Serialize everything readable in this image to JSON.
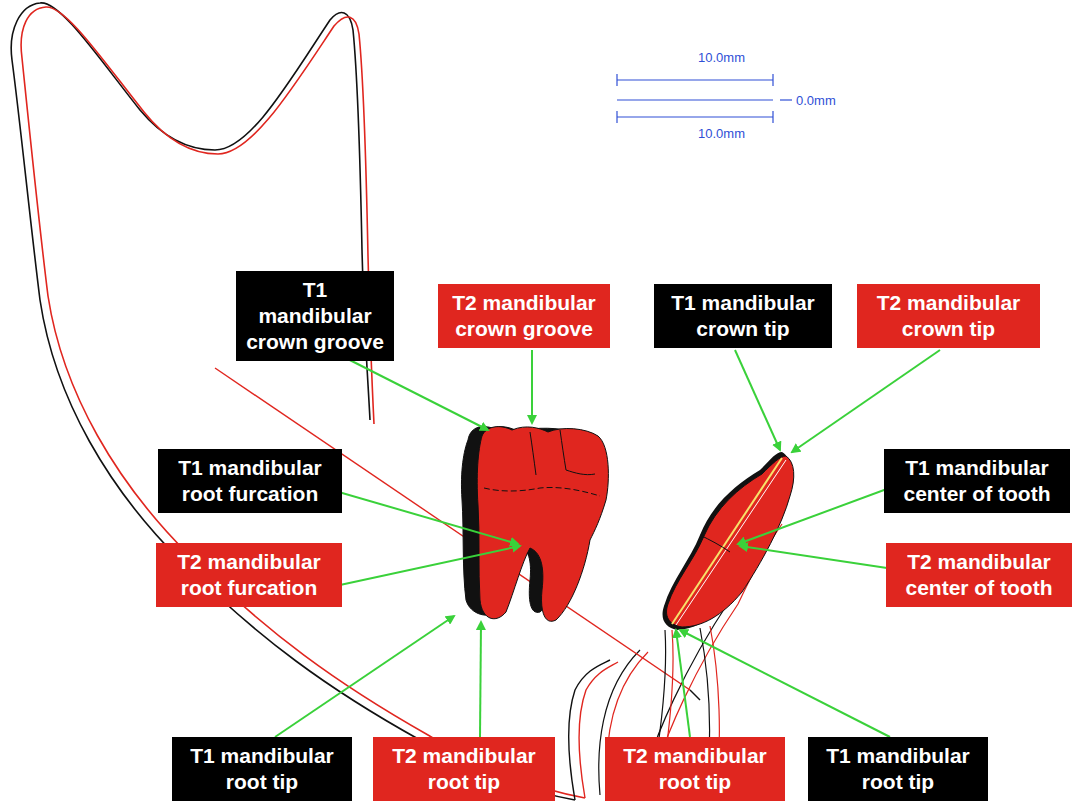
{
  "diagram": {
    "nodes": [
      {
        "text": [
          "T1 mandibular crown groove"
        ]
      },
      {
        "text": [
          "T2 mandibular crown groove"
        ]
      },
      {
        "text": [
          "T1 mandibular crown tip"
        ]
      },
      {
        "text": [
          "T2 mandibular crown tip"
        ]
      },
      {
        "text": [
          "T1 mandibular root furcation"
        ]
      },
      {
        "text": [
          "T1 mandibular center of tooth"
        ]
      },
      {
        "text": [
          "T2 mandibular root furcation"
        ]
      },
      {
        "text": [
          "T2 mandibular center of tooth"
        ]
      },
      {
        "text": [
          "T1 mandibular root tip"
        ]
      },
      {
        "text": [
          "T2 mandibular root tip"
        ]
      },
      {
        "text": [
          "T2 mandibular root tip"
        ]
      },
      {
        "text": [
          "T1 mandibular root tip"
        ]
      }
    ],
    "labels": [
      "10.0mm",
      "0.0mm",
      "10.0mm"
    ]
  }
}
